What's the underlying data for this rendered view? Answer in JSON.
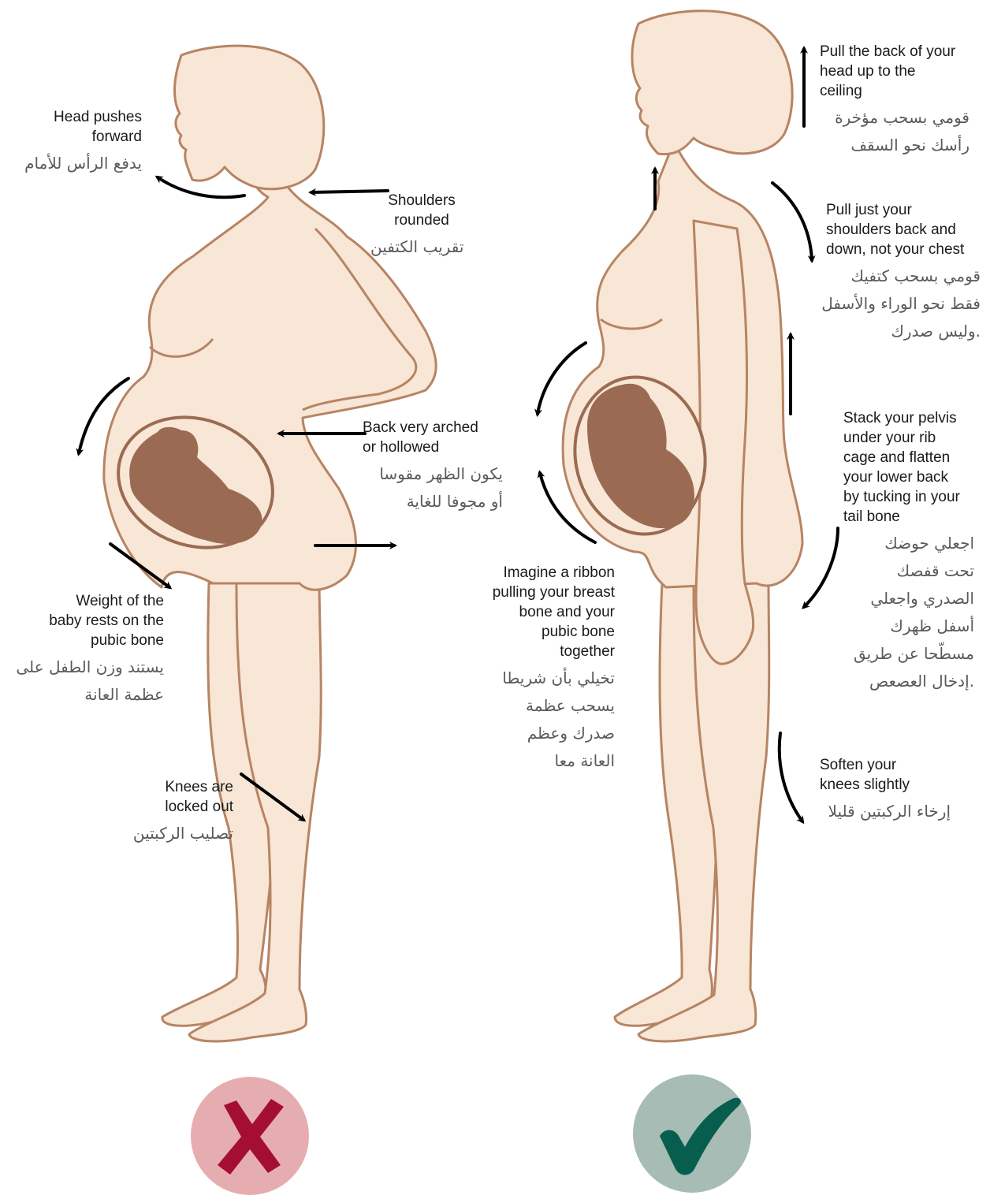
{
  "colors": {
    "skin": "#f8e6d6",
    "outline": "#b78463",
    "baby": "#9a6b52",
    "wrong_bg": "#e6adb0",
    "wrong_mark": "#a50e33",
    "right_bg": "#a6bcb4",
    "right_mark": "#075e4f",
    "arrow": "#000000"
  },
  "icons": [
    "cross-icon",
    "check-icon",
    "arrow-icon"
  ],
  "incorrect": {
    "head": {
      "en": "Head pushes\nforward",
      "ar": "يدفع الرأس للأمام"
    },
    "shoulders": {
      "en": "Shoulders\nrounded",
      "ar": "تقريب الكتفين"
    },
    "back": {
      "en": "Back very arched\nor hollowed",
      "ar": "يكون الظهر مقوسا\nأو مجوفا للغاية"
    },
    "weight": {
      "en": "Weight of the\nbaby rests on the\npubic bone",
      "ar": "يستند وزن الطفل على\nعظمة العانة"
    },
    "knees": {
      "en": "Knees are\nlocked out",
      "ar": "تصليب الركبتين"
    }
  },
  "correct": {
    "head": {
      "en": "Pull the back of your\nhead up to the\nceiling",
      "ar": "قومي بسحب مؤخرة\nرأسك نحو السقف"
    },
    "shoulders": {
      "en": "Pull just your\nshoulders back and\ndown, not your chest",
      "ar": "قومي بسحب كتفيك\nفقط نحو الوراء والأسفل\nوليس صدرك."
    },
    "pelvis": {
      "en": "Stack your pelvis\nunder your rib\ncage and flatten\nyour lower back\nby tucking in your\ntail bone",
      "ar": "اجعلي حوضك\nتحت قفصك\nالصدري واجعلي\nأسفل ظهرك\nمسطّحا عن طريق\nإدخال العصعص."
    },
    "ribbon": {
      "en": "Imagine a ribbon\npulling your breast\nbone and your\npubic bone\ntogether",
      "ar": "تخيلي بأن شريطا\nيسحب عظمة\nصدرك وعظم\nالعانة معا"
    },
    "knees": {
      "en": "Soften your\nknees slightly",
      "ar": "إرخاء الركبتين قليلا"
    }
  }
}
